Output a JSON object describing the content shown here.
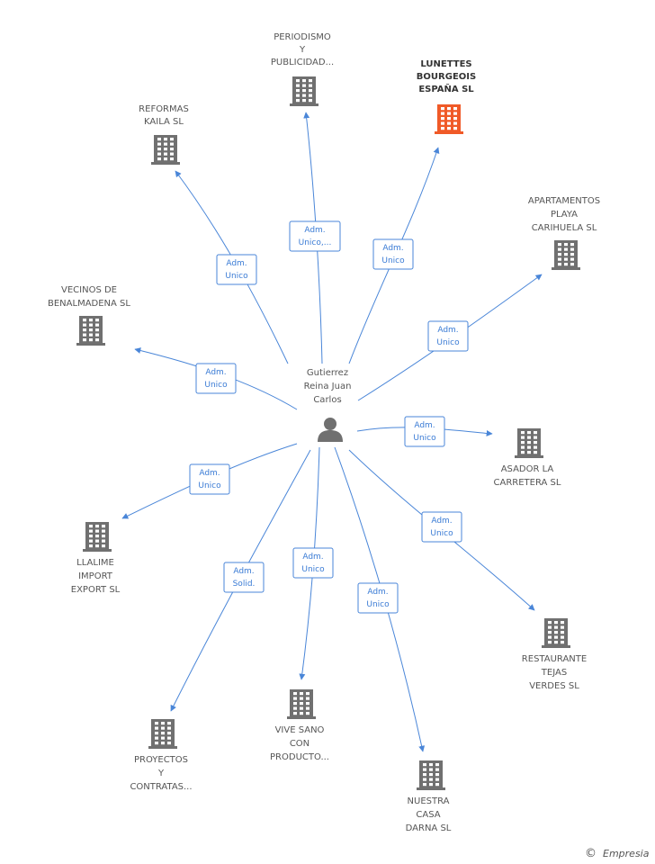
{
  "center": {
    "label": [
      "Gutierrez",
      "Reina Juan",
      "Carlos"
    ],
    "icon": "person-icon"
  },
  "companies": [
    {
      "id": "periodismo",
      "label": [
        "PERIODISMO",
        "Y",
        "PUBLICIDAD..."
      ],
      "relation": [
        "Adm.",
        "Unico,..."
      ],
      "highlighted": false
    },
    {
      "id": "lunettes",
      "label": [
        "LUNETTES",
        "BOURGEOIS",
        "ESPAÑA SL"
      ],
      "relation": [
        "Adm.",
        "Unico"
      ],
      "highlighted": true
    },
    {
      "id": "reformas",
      "label": [
        "REFORMAS",
        "KAILA SL"
      ],
      "relation": [
        "Adm.",
        "Unico"
      ],
      "highlighted": false
    },
    {
      "id": "apartamentos",
      "label": [
        "APARTAMENTOS",
        "PLAYA",
        "CARIHUELA SL"
      ],
      "relation": [
        "Adm.",
        "Unico"
      ],
      "highlighted": false
    },
    {
      "id": "vecinos",
      "label": [
        "VECINOS DE",
        "BENALMADENA SL"
      ],
      "relation": [
        "Adm.",
        "Unico"
      ],
      "highlighted": false
    },
    {
      "id": "asador",
      "label": [
        "ASADOR LA",
        "CARRETERA SL"
      ],
      "relation": [
        "Adm.",
        "Unico"
      ],
      "highlighted": false
    },
    {
      "id": "llalime",
      "label": [
        "LLALIME",
        "IMPORT",
        "EXPORT SL"
      ],
      "relation": [
        "Adm.",
        "Unico"
      ],
      "highlighted": false
    },
    {
      "id": "restaurante",
      "label": [
        "RESTAURANTE",
        "TEJAS",
        "VERDES SL"
      ],
      "relation": [
        "Adm.",
        "Unico"
      ],
      "highlighted": false
    },
    {
      "id": "proyectos",
      "label": [
        "PROYECTOS",
        "Y",
        "CONTRATAS..."
      ],
      "relation": [
        "Adm.",
        "Solid."
      ],
      "highlighted": false
    },
    {
      "id": "vivesano",
      "label": [
        "VIVE SANO",
        "CON",
        "PRODUCTO..."
      ],
      "relation": [
        "Adm.",
        "Unico"
      ],
      "highlighted": false
    },
    {
      "id": "nuestra",
      "label": [
        "NUESTRA",
        "CASA",
        "DARNA SL"
      ],
      "relation": [
        "Adm.",
        "Unico"
      ],
      "highlighted": false
    }
  ],
  "brand": {
    "copyright": "©",
    "name": "Empresia"
  },
  "colors": {
    "edge": "#4a86d8",
    "edge_text": "#3a7bd5",
    "node_icon": "#707070",
    "highlight": "#f05a28",
    "label": "#555555"
  }
}
